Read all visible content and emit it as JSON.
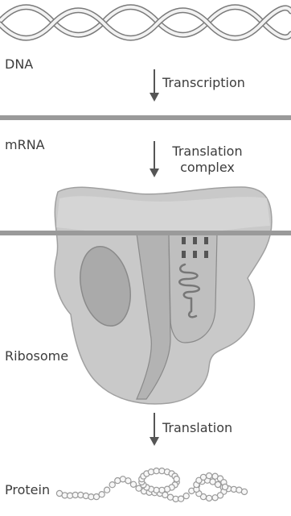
{
  "labels": {
    "dna": "DNA",
    "mrna": "mRNA",
    "ribosome": "Ribosome",
    "protein": "Protein"
  },
  "steps": {
    "transcription": "Transcription",
    "translation_complex_line1": "Translation",
    "translation_complex_line2": "complex",
    "translation": "Translation"
  },
  "colors": {
    "background": "#ffffff",
    "helix_fill": "#f2f2f2",
    "helix_stroke": "#7a7a7a",
    "strand": "#9a9a9a",
    "ribosome_large": "#c9c9c9",
    "ribosome_small": "#b3b3b3",
    "ribosome_inner": "#a7a7a7",
    "trna": "#777777",
    "arrow": "#555555",
    "text": "#3c3c3c",
    "protein_bead": "#f7f7f7",
    "protein_stroke": "#9a9a9a"
  }
}
